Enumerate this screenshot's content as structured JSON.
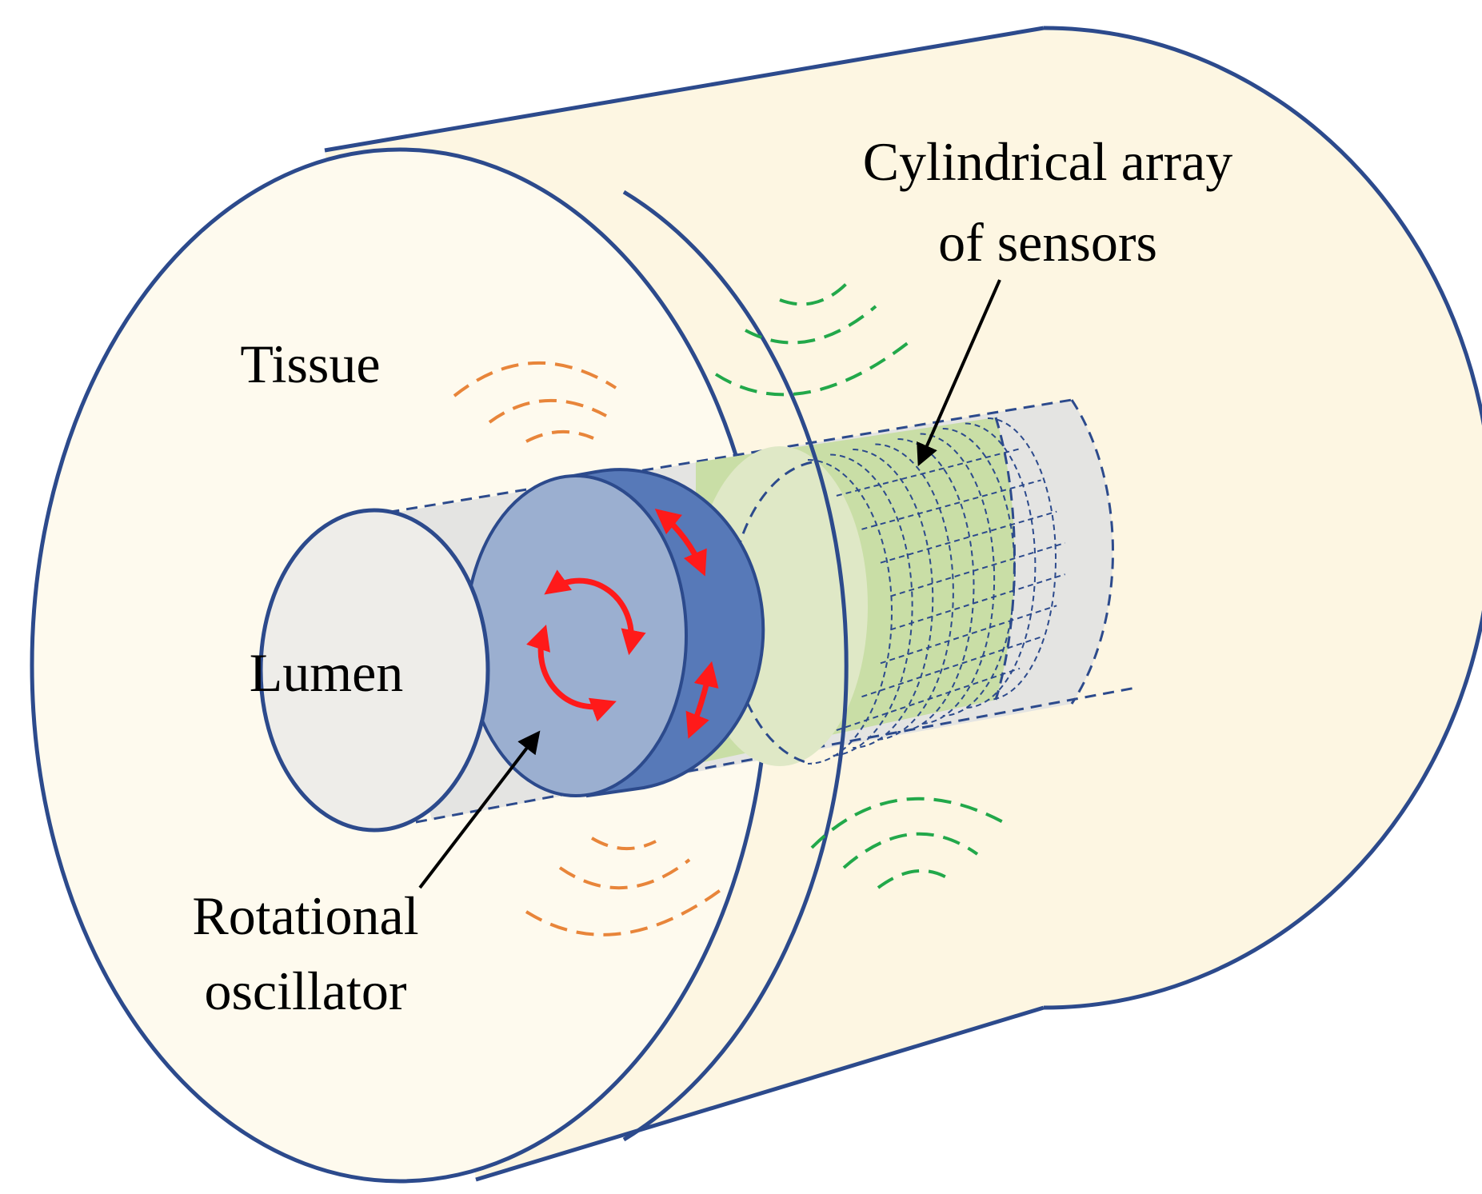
{
  "labels": {
    "tissue": "Tissue",
    "lumen": "Lumen",
    "oscillator_line1": "Rotational",
    "oscillator_line2": "oscillator",
    "array_line1": "Cylindrical array",
    "array_line2": "of sensors"
  },
  "colors": {
    "tissue_fill": "#fdf6e2",
    "tissue_front_fill": "#fefaee",
    "outline": "#2c4a8c",
    "lumen_fill": "#eeede9",
    "lumen_tube_fill": "#e4e4e2",
    "oscillator_face": "#9bafd0",
    "oscillator_rim": "#5779b8",
    "sensor_array": "#c9dea6",
    "sensor_end": "#dfe8c6",
    "rotation_arrows": "#ff1a1a",
    "wave_orange": "#e8853a",
    "wave_green": "#22a84a",
    "pointer": "#000000"
  }
}
